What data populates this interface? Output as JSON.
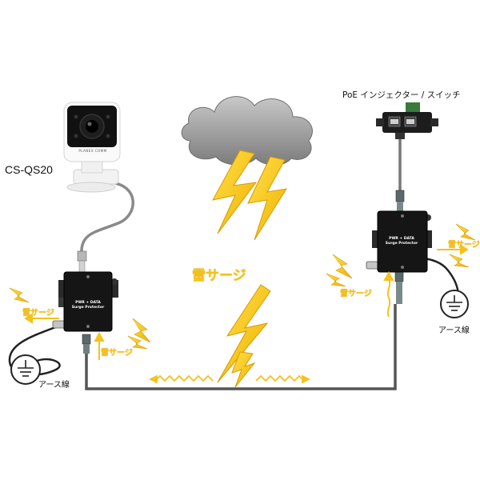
{
  "labels": {
    "camera_model": "CS-QS20",
    "poe_injector": "PoE インジェクター / スイッチ",
    "earth_left": "アース線",
    "earth_right": "アース線",
    "camera_brand": "PLANEX COMM"
  },
  "surge_labels": {
    "center": "雷サージ",
    "left_earth": "雷サージ",
    "left_cable": "雷サージ",
    "right_cable": "雷サージ",
    "right_earth": "雷サージ"
  },
  "protector_label": {
    "line1": "PWR + DATA",
    "line2": "Surge Protector"
  },
  "colors": {
    "surge_yellow": "#f4c21a",
    "device_black": "#1a1a1a",
    "cable_gray": "#777777",
    "cloud_gray": "#9a9a9a"
  }
}
